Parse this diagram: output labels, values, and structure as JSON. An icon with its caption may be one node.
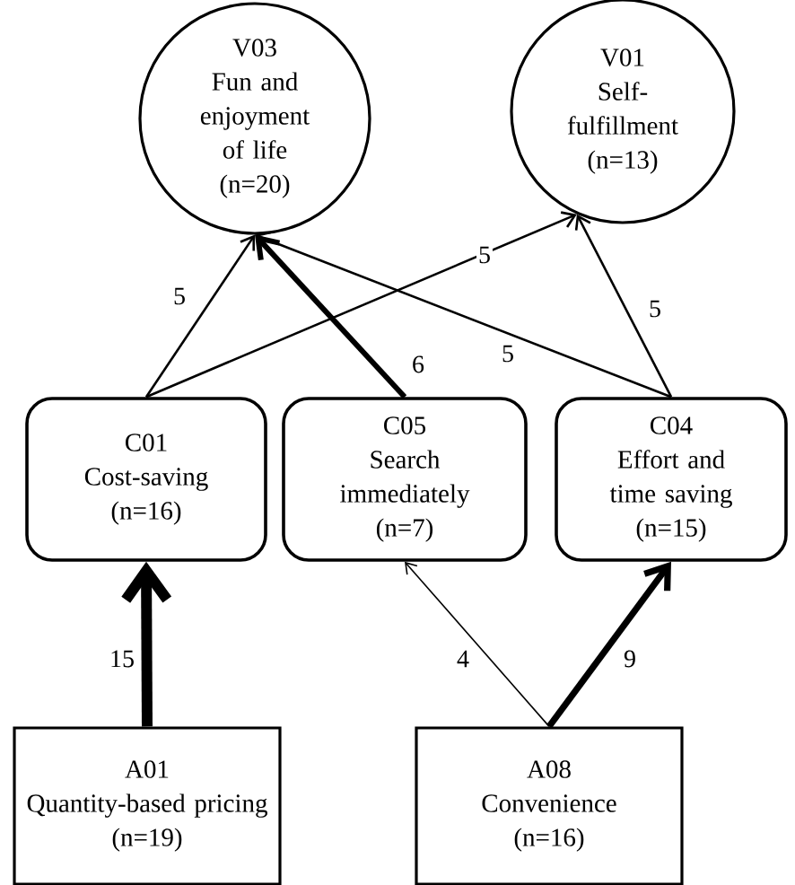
{
  "diagram": {
    "nodes": [
      {
        "text": [
          "V03",
          "Fun and enjoyment of life",
          "(n=20)"
        ]
      },
      {
        "text": [
          "V01",
          "Self-fulfillment",
          "(n=13)"
        ]
      },
      {
        "text": [
          "C01",
          "Cost-saving",
          "(n=16)"
        ]
      },
      {
        "text": [
          "C05",
          "Search immediately",
          "(n=7)"
        ]
      },
      {
        "text": [
          "C04",
          "Effort and time saving",
          "(n=15)"
        ]
      },
      {
        "text": [
          "A01",
          "Quantity-based pricing",
          "(n=19)"
        ]
      },
      {
        "text": [
          "A08",
          "Convenience",
          "(n=16)"
        ]
      }
    ],
    "edges": [
      {
        "from": 2,
        "to": 0,
        "arrow": "to",
        "label": "5"
      },
      {
        "from": 2,
        "to": 1,
        "arrow": "to",
        "label": "5"
      },
      {
        "from": 3,
        "to": 0,
        "arrow": "to",
        "label": "6",
        "style": "thick"
      },
      {
        "from": 4,
        "to": 0,
        "arrow": "to",
        "label": "5"
      },
      {
        "from": 4,
        "to": 1,
        "arrow": "to",
        "label": "5"
      },
      {
        "from": 5,
        "to": 2,
        "arrow": "to",
        "label": "15",
        "style": "thick"
      },
      {
        "from": 6,
        "to": 3,
        "arrow": "to",
        "label": "4"
      },
      {
        "from": 6,
        "to": 4,
        "arrow": "to",
        "label": "9",
        "style": "thick"
      }
    ]
  }
}
